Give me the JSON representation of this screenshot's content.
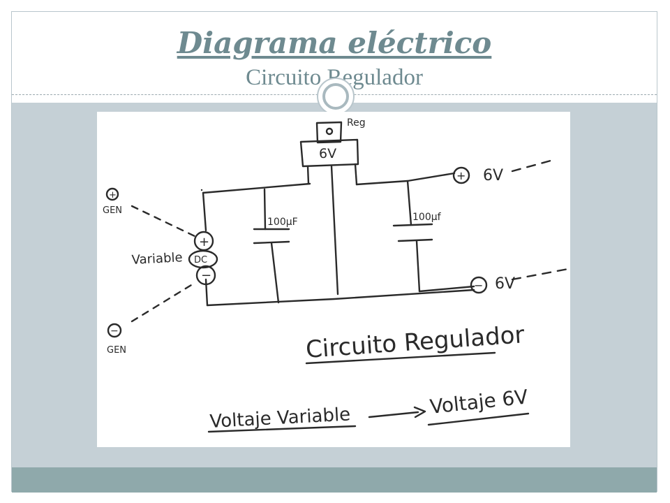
{
  "slide": {
    "title": "Diagrama eléctrico",
    "subtitle": "Circuito Regulador"
  },
  "diagram": {
    "regulator": {
      "label": "Reg",
      "voltage": "6V"
    },
    "capacitor_left": "100μF",
    "capacitor_right": "100μf",
    "source": {
      "plus": "+",
      "minus": "−",
      "dc": "DC",
      "variable": "Variable"
    },
    "gen_plus": {
      "sign": "+",
      "label": "GEN"
    },
    "gen_minus": {
      "sign": "−",
      "label": "GEN"
    },
    "out_plus": {
      "sign": "+",
      "label": "6V"
    },
    "out_minus": {
      "sign": "−",
      "label": "6V"
    },
    "caption": "Circuito Regulador",
    "conversion": {
      "from": "Voltaje Variable",
      "to": "Voltaje 6V"
    }
  },
  "colors": {
    "title": "#6e8a90",
    "band": "#c5d0d6",
    "footer": "#8fa9ab"
  }
}
